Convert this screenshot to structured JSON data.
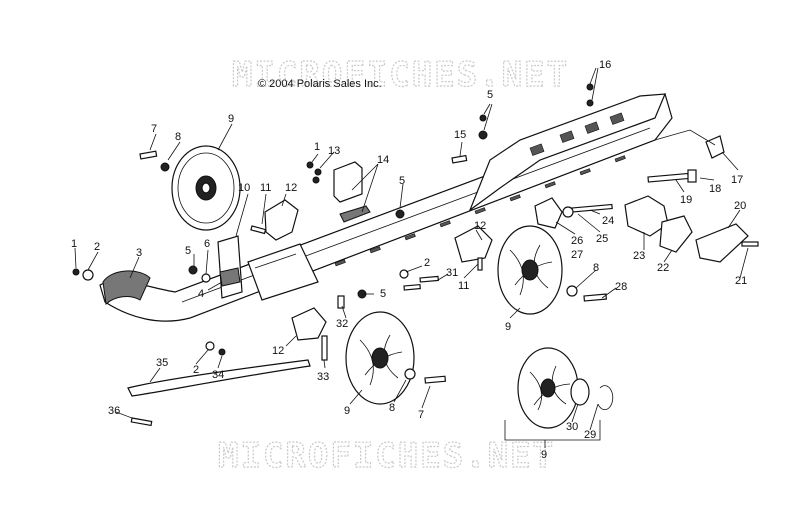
{
  "copyright": "© 2004 Polaris Sales Inc.",
  "watermark_top": "MICROFICHES.NET",
  "watermark_bottom": "MICROFICHES.NET",
  "callouts": [
    {
      "id": "c16",
      "label": "16"
    },
    {
      "id": "c5a",
      "label": "5"
    },
    {
      "id": "c15",
      "label": "15"
    },
    {
      "id": "c7a",
      "label": "7"
    },
    {
      "id": "c8a",
      "label": "8"
    },
    {
      "id": "c9a",
      "label": "9"
    },
    {
      "id": "c1a",
      "label": "1"
    },
    {
      "id": "c13",
      "label": "13"
    },
    {
      "id": "c14",
      "label": "14"
    },
    {
      "id": "c5b",
      "label": "5"
    },
    {
      "id": "c17",
      "label": "17"
    },
    {
      "id": "c18",
      "label": "18"
    },
    {
      "id": "c19",
      "label": "19"
    },
    {
      "id": "c10",
      "label": "10"
    },
    {
      "id": "c11a",
      "label": "11"
    },
    {
      "id": "c12a",
      "label": "12"
    },
    {
      "id": "c24",
      "label": "24"
    },
    {
      "id": "c25",
      "label": "25"
    },
    {
      "id": "c26",
      "label": "26"
    },
    {
      "id": "c27",
      "label": "27"
    },
    {
      "id": "c20",
      "label": "20"
    },
    {
      "id": "c23",
      "label": "23"
    },
    {
      "id": "c22",
      "label": "22"
    },
    {
      "id": "c21",
      "label": "21"
    },
    {
      "id": "c1b",
      "label": "1"
    },
    {
      "id": "c2a",
      "label": "2"
    },
    {
      "id": "c3",
      "label": "3"
    },
    {
      "id": "c5c",
      "label": "5"
    },
    {
      "id": "c6",
      "label": "6"
    },
    {
      "id": "c4",
      "label": "4"
    },
    {
      "id": "c12b",
      "label": "12"
    },
    {
      "id": "c11b",
      "label": "11"
    },
    {
      "id": "c2b",
      "label": "2"
    },
    {
      "id": "c31",
      "label": "31"
    },
    {
      "id": "c5d",
      "label": "5"
    },
    {
      "id": "c8b",
      "label": "8"
    },
    {
      "id": "c28",
      "label": "28"
    },
    {
      "id": "c9b",
      "label": "9"
    },
    {
      "id": "c32",
      "label": "32"
    },
    {
      "id": "c12c",
      "label": "12"
    },
    {
      "id": "c33",
      "label": "33"
    },
    {
      "id": "c35",
      "label": "35"
    },
    {
      "id": "c2c",
      "label": "2"
    },
    {
      "id": "c34",
      "label": "34"
    },
    {
      "id": "c36",
      "label": "36"
    },
    {
      "id": "c9c",
      "label": "9"
    },
    {
      "id": "c8c",
      "label": "8"
    },
    {
      "id": "c7b",
      "label": "7"
    },
    {
      "id": "c30",
      "label": "30"
    },
    {
      "id": "c29",
      "label": "29"
    },
    {
      "id": "c9d",
      "label": "9"
    }
  ]
}
